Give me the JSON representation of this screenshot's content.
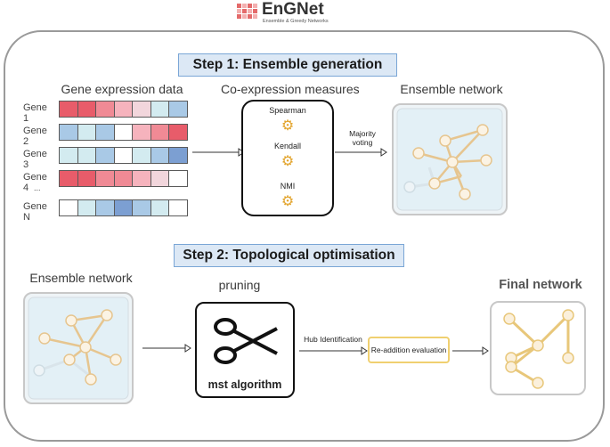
{
  "logo": {
    "title": "EnGNet",
    "subtitle": "Ensemble & Greedy Networks"
  },
  "step1": {
    "title": "Step 1: Ensemble generation",
    "gene_header": "Gene expression data",
    "genes": [
      "Gene 1",
      "Gene 2",
      "Gene 3",
      "Gene 4",
      "...",
      "Gene N"
    ],
    "measures_header": "Co-expression measures",
    "measures": [
      "Spearman",
      "Kendall",
      "NMI"
    ],
    "voting_label": "Majority voting",
    "ensemble_header": "Ensemble network"
  },
  "step2": {
    "title": "Step 2: Topological optimisation",
    "ensemble_header": "Ensemble network",
    "pruning_header": "pruning",
    "algorithm_label": "mst algorithm",
    "hub_label": "Hub Identification",
    "readdition_label": "Re-addition evaluation",
    "final_header": "Final network"
  },
  "colors": {
    "step_fill": "#dce8f5",
    "node": "#f6d9a8",
    "edge": "#e8c77a",
    "frame": "#9a9a9a"
  }
}
